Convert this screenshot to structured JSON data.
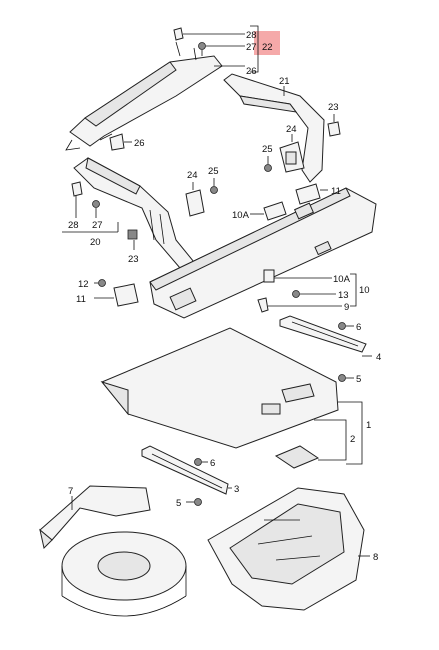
{
  "callouts": {
    "c28_top": "28",
    "c27_top": "27",
    "c22": "22",
    "c26_top": "26",
    "c21": "21",
    "c23_right": "23",
    "c24_right": "24",
    "c25_right": "25",
    "c26_mid": "26",
    "c24_mid": "24",
    "c25_mid": "25",
    "c11_right": "11",
    "c10A_mid": "10A",
    "c28_left": "28",
    "c27_left": "27",
    "c20": "20",
    "c23_left": "23",
    "c12": "12",
    "c11_left": "11",
    "c13": "13",
    "c10A_right": "10A",
    "c10": "10",
    "c9": "9",
    "c6_upper": "6",
    "c4": "4",
    "c5_upper": "5",
    "c1": "1",
    "c2": "2",
    "c6_lower": "6",
    "c3": "3",
    "c7": "7",
    "c5_lower": "5",
    "c8": "8"
  },
  "highlight_color": "#f39a9a"
}
